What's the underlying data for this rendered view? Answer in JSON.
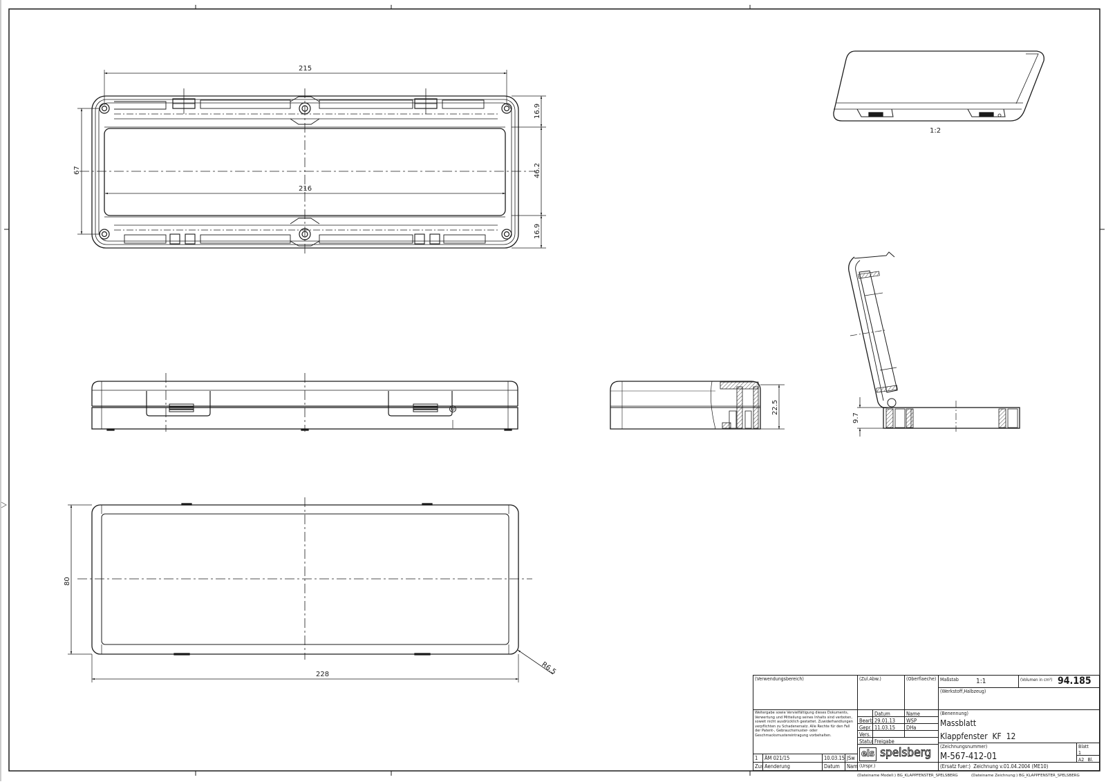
{
  "drawing": {
    "type": "technical drawing / dimension sheet",
    "views": {
      "top_view": {
        "dimensions": {
          "overall_hole_spacing": "215",
          "inner_length": "216",
          "height_overall": "67",
          "right_upper": "16.9",
          "right_middle": "46.2",
          "right_lower": "16.9"
        }
      },
      "front_view": {},
      "side_view": {
        "dimensions": {
          "height": "22.5"
        }
      },
      "open_side_view": {
        "dimensions": {
          "base_height": "9.7"
        }
      },
      "iso_view": {
        "scale_label": "1:2"
      },
      "bottom_view": {
        "dimensions": {
          "length": "228",
          "width": "80",
          "corner_radius": "R6.5"
        }
      }
    }
  },
  "title_block": {
    "verwendungsbereich_label": "(Verwendungsbereich)",
    "zul_abw_label": "(Zul.Abw.)",
    "oberflaeche_label": "(Oberflaeche)",
    "massstab_label": "Maßstab",
    "massstab_value": "1:1",
    "volumen_label": "(Volumen in cm³)",
    "volumen_value": "94.185",
    "werkstoff_label": "(Werkstoff,Halbzeug)",
    "legal_text": "Weitergabe sowie Vervielfältigung dieses Dokuments, Verwertung und Mitteilung seines Inhalts sind verboten, soweit nicht ausdrücklich gestattet. Zuwiderhandlungen verpflichten zu Schadenersatz. Alle Rechte für den Fall der Patent-, Gebrauchsmuster- oder Geschmacksmustereintragung vorbehalten.",
    "datum_header": "Datum",
    "name_header": "Name",
    "rows": [
      {
        "label": "Bearb.",
        "datum": "29.01.13",
        "name": "WSP"
      },
      {
        "label": "Gepr.",
        "datum": "11.03.15",
        "name": "DHa"
      },
      {
        "label": "Vers.",
        "datum": "",
        "name": ""
      }
    ],
    "status_label": "Status",
    "status_value": "Freigabe",
    "benennung_label": "(Benennung)",
    "title_line1": "Massblatt",
    "title_line2": "Klappfenster  KF  12",
    "zeichnungsnummer_label": "(Zeichnungsnummer)",
    "zeichnungsnummer": "M-567-412-01",
    "blatt_label": "Blatt",
    "blatt_value": "1",
    "format": "A2",
    "bl_label": "Bl.",
    "ersatz_text": "(Ersatz fuer:)  Zeichnung v.01.04.2004 (ME10)",
    "urspr_label": "(Urspr.)",
    "revision": {
      "zust": "1",
      "aenderung": "ÄM 021/15",
      "datum": "10.03.15",
      "name": "JSw"
    },
    "revision_headers": {
      "zust": "Zust.",
      "aenderung": "Aenderung",
      "datum": "Datum",
      "name": "Name"
    },
    "logo_mark": "els",
    "logo_text": "spelsberg",
    "dateiname_modell": "(Dateiname Modell:) BG_KLAPPFENSTER_SPELSBERG",
    "dateiname_zeichnung": "(Dateiname Zeichnung:) BG_KLAPPFENSTER_SPELSBERG"
  },
  "colors": {
    "line": "#1a1a1a",
    "background": "#ffffff"
  }
}
